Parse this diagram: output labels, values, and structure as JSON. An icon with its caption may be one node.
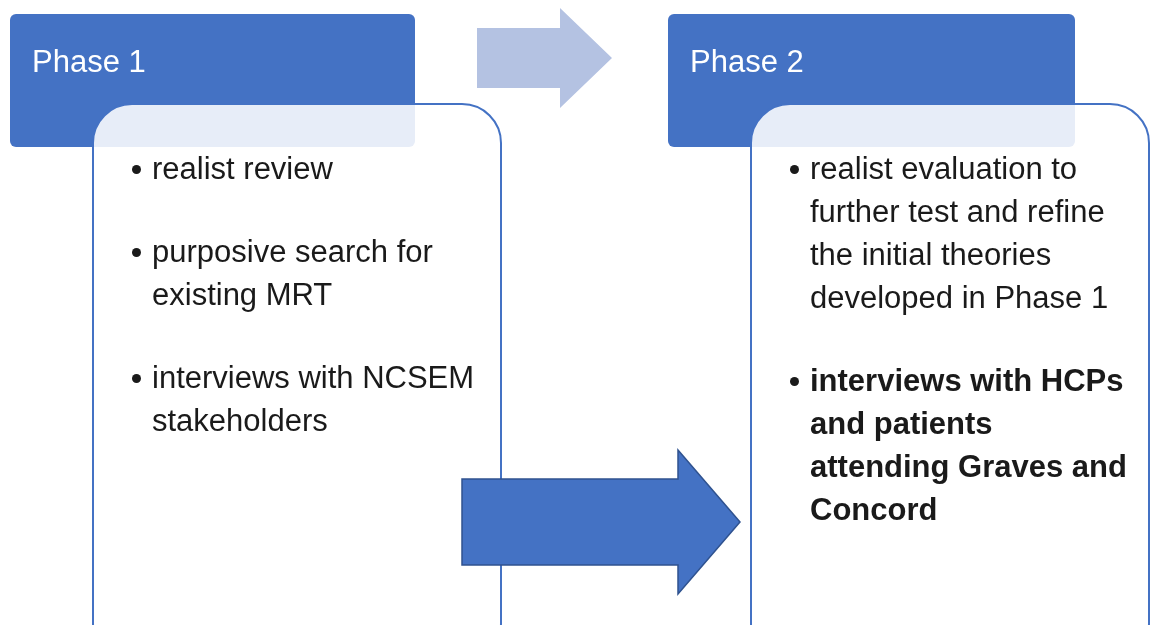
{
  "diagram": {
    "nodes": [
      {
        "text": [
          "Phase 1"
        ]
      },
      {
        "text": [
          "realist review",
          "purposive search for existing MRT",
          "interviews with NCSEM stakeholders"
        ]
      },
      {
        "text": [
          "Phase 2"
        ]
      },
      {
        "text": [
          "realist evaluation to further test and refine the initial theories developed in Phase 1",
          "**interviews with HCPs and patients attending Graves and Concord**"
        ]
      }
    ],
    "edges": [
      {
        "from": 0,
        "to": 2,
        "arrow": "to",
        "color": "#b4c2e2"
      },
      {
        "from": 1,
        "to": 3,
        "arrow": "to"
      }
    ]
  }
}
